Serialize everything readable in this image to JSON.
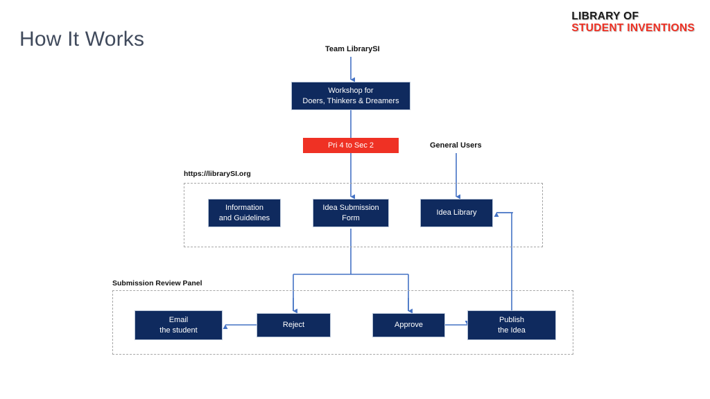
{
  "slide": {
    "title": "How It Works",
    "title_color": "#404a5c",
    "background": "#ffffff"
  },
  "logo": {
    "line1": "LIBRARY OF",
    "line2": "STUDENT INVENTIONS",
    "line1_color": "#1a1a1a",
    "line2_color": "#ee3124"
  },
  "palette": {
    "node_navy": "#0f2a5e",
    "node_red": "#ef3124",
    "connector_blue": "#4472c4",
    "group_dash": "#a6a6a6"
  },
  "diagram": {
    "entry_labels": {
      "team": "Team LibrarySI",
      "general_users": "General Users"
    },
    "nodes": {
      "workshop": "Workshop for\nDoers, Thinkers & Dreamers",
      "workshop_line1": "Workshop for",
      "workshop_line2": "Doers, Thinkers & Dreamers",
      "audience_badge": "Pri 4 to Sec 2",
      "info": "Information\nand Guidelines",
      "info_line1": "Information",
      "info_line2": "and Guidelines",
      "submission": "Idea Submission\nForm",
      "submission_line1": "Idea Submission",
      "submission_line2": "Form",
      "library": "Idea Library",
      "email": "Email\nthe student",
      "email_line1": "Email",
      "email_line2": "the student",
      "reject": "Reject",
      "approve": "Approve",
      "publish": "Publish\nthe Idea",
      "publish_line1": "Publish",
      "publish_line2": "the Idea"
    },
    "groups": {
      "website": "https://librarySI.org",
      "review_panel": "Submission Review Panel"
    }
  }
}
